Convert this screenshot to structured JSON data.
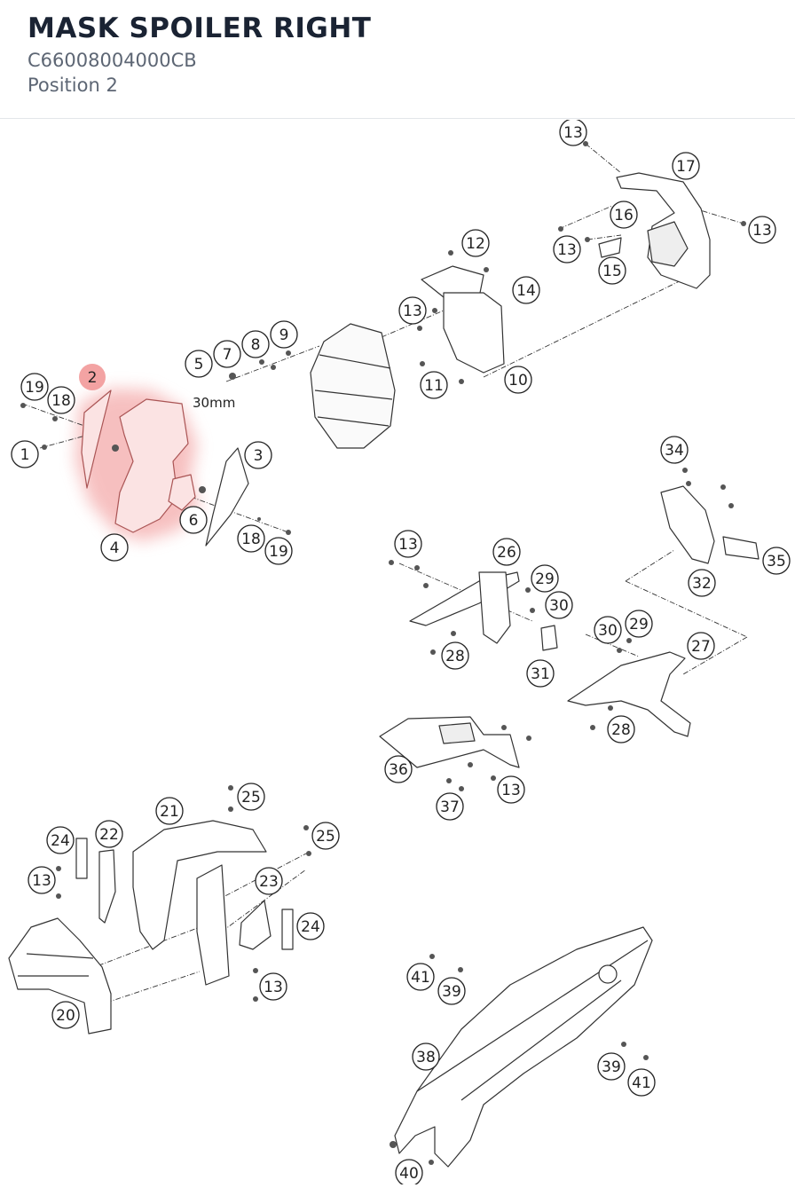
{
  "header": {
    "title": "MASK SPOILER RIGHT",
    "part_number": "C66008004000CB",
    "position": "Position 2"
  },
  "diagram": {
    "highlight_color": "#f08c8c",
    "highlighted_callout": "2",
    "dimension_label": "30mm",
    "callouts": [
      "1",
      "2",
      "3",
      "4",
      "5",
      "6",
      "7",
      "8",
      "9",
      "10",
      "11",
      "12",
      "13",
      "14",
      "15",
      "16",
      "17",
      "18",
      "19",
      "20",
      "21",
      "22",
      "23",
      "24",
      "25",
      "26",
      "27",
      "28",
      "29",
      "30",
      "31",
      "32",
      "34",
      "35",
      "36",
      "37",
      "38",
      "39",
      "40",
      "41"
    ]
  }
}
